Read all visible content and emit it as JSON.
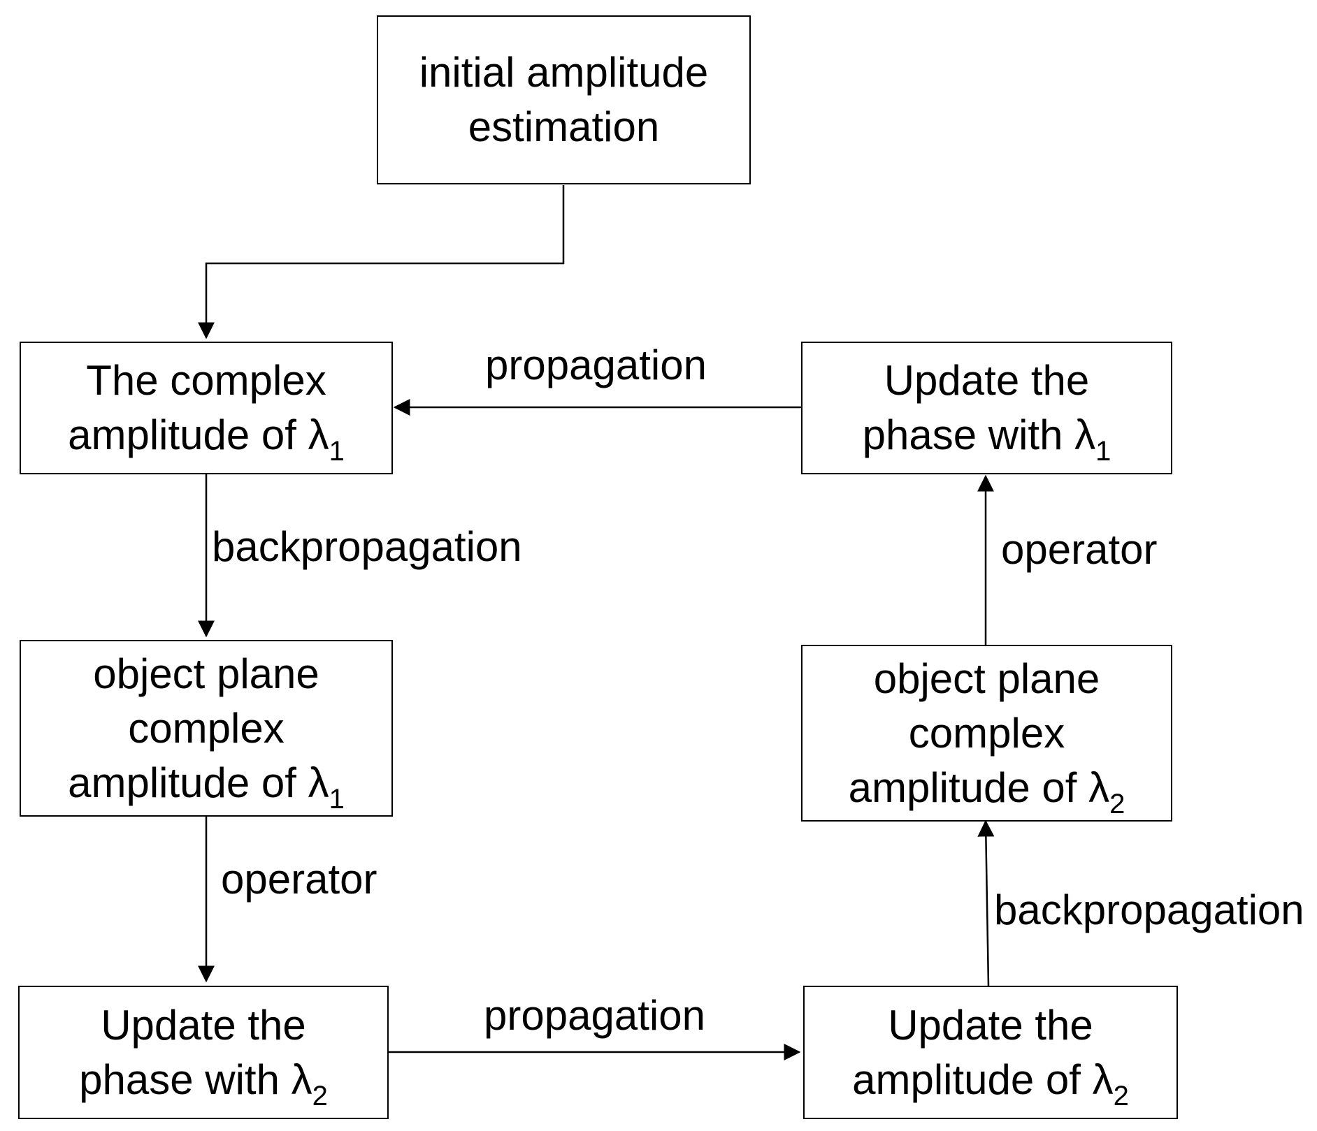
{
  "nodes": {
    "initial": {
      "lines": [
        {
          "text": "initial amplitude"
        },
        {
          "text": "estimation"
        }
      ]
    },
    "complex_l1": {
      "lines": [
        {
          "text": "The complex"
        },
        {
          "text": "amplitude of λ",
          "sub": "1"
        }
      ]
    },
    "object_l1": {
      "lines": [
        {
          "text": "object plane"
        },
        {
          "text": "complex"
        },
        {
          "text": "amplitude of λ",
          "sub": "1"
        }
      ]
    },
    "update_phase_l2": {
      "lines": [
        {
          "text": "Update the"
        },
        {
          "text": "phase with λ",
          "sub": "2"
        }
      ]
    },
    "update_amp_l2": {
      "lines": [
        {
          "text": "Update the"
        },
        {
          "text": "amplitude of λ",
          "sub": "2"
        }
      ]
    },
    "object_l2": {
      "lines": [
        {
          "text": "object plane"
        },
        {
          "text": "complex"
        },
        {
          "text": "amplitude of λ",
          "sub": "2"
        }
      ]
    },
    "update_phase_l1": {
      "lines": [
        {
          "text": "Update the"
        },
        {
          "text": "phase with λ",
          "sub": "1"
        }
      ]
    }
  },
  "edges": {
    "propagation_top": "propagation",
    "backpropagation_left": "backpropagation",
    "operator_left": "operator",
    "propagation_bottom": "propagation",
    "backpropagation_right": "backpropagation",
    "operator_right": "operator"
  },
  "colors": {
    "stroke": "#000000",
    "background": "#ffffff"
  }
}
